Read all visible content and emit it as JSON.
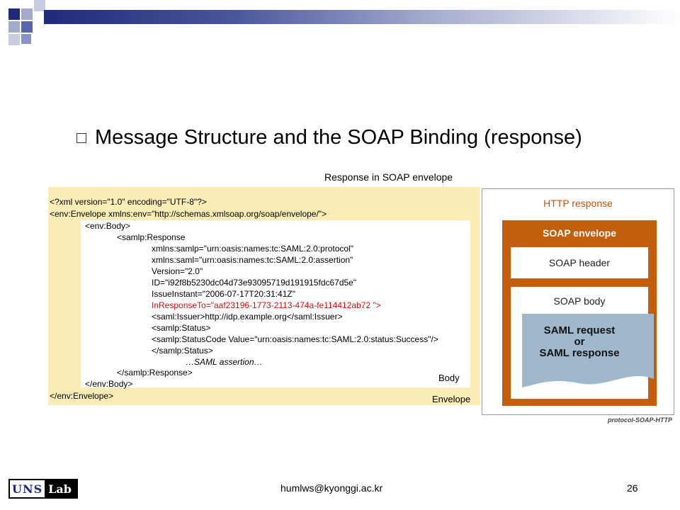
{
  "slide": {
    "title": "Message Structure and the SOAP Binding (response)",
    "response_caption": "Response in SOAP envelope",
    "code": {
      "line1": "<?xml version=\"1.0\" encoding=\"UTF-8\"?>",
      "line2": "<env:Envelope xmlns:env=\"http://schemas.xmlsoap.org/soap/envelope/\">",
      "line3": "<env:Body>",
      "line4": "<samlp:Response",
      "line5": "xmlns:samlp=\"urn:oasis:names:tc:SAML:2.0:protocol\"",
      "line6": "xmlns:saml=\"urn:oasis:names:tc:SAML:2.0:assertion\"",
      "line7": "Version=\"2.0\"",
      "line8": "ID=\"i92f8b5230dc04d73e93095719d191915fdc67d5e\"",
      "line9": "IssueInstant=\"2006-07-17T20:31:41Z\"",
      "line10": "InResponseTo=\"aaf23196-1773-2113-474a-fe114412ab72  \">",
      "line11": "<saml:Issuer>http://idp.example.org</saml:Issuer>",
      "line12": "<samlp:Status>",
      "line13": "<samlp:StatusCode Value=\"urn:oasis:names:tc:SAML:2.0:status:Success\"/>",
      "line14": "</samlp:Status>",
      "line15": "…SAML assertion…",
      "line16": "</samlp:Response>",
      "line17": "</env:Body>",
      "line18": "</env:Envelope>"
    },
    "body_label": "Body",
    "envelope_label": "Envelope",
    "diagram": {
      "http_response": "HTTP response",
      "soap_envelope": "SOAP envelope",
      "soap_header": "SOAP header",
      "soap_body": "SOAP body",
      "saml_line1": "SAML request",
      "saml_line2": "or",
      "saml_line3": "SAML response",
      "caption": "protocol-SOAP-HTTP"
    },
    "footer": {
      "logo_uns": "UNS",
      "logo_lab": "Lab",
      "email": "humlws@kyonggi.ac.kr",
      "page_number": "26"
    },
    "colors": {
      "envelope_bg": "#fcecb6",
      "soap_orange": "#c15f0c",
      "highlight_red": "#cc1010",
      "saml_blue": "#9fb8cc"
    }
  }
}
